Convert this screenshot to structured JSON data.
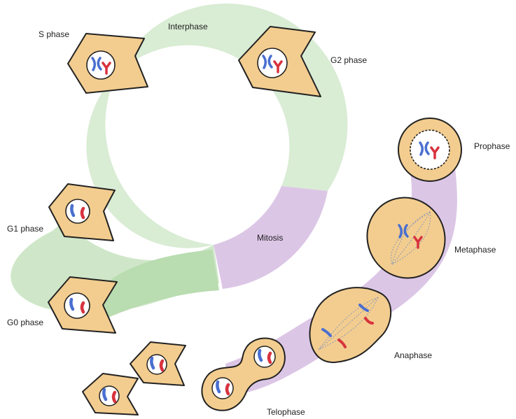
{
  "labels": {
    "interphase": "Interphase",
    "s_phase": "S phase",
    "g2_phase": "G2 phase",
    "g1_phase": "G1 phase",
    "g0_phase": "G0 phase",
    "mitosis": "Mitosis",
    "prophase": "Prophase",
    "metaphase": "Metaphase",
    "anaphase": "Anaphase",
    "telophase": "Telophase"
  },
  "colors": {
    "interphase_band": "#d9ecd4",
    "g0_band": "#b9dcb0",
    "mitosis_band": "#dcc6e6",
    "cell_fill": "#f3cd8f",
    "outline": "#222222",
    "chromosome_blue": "#4a6fd0",
    "chromosome_red": "#d8323e",
    "spindle": "#8a99b8"
  },
  "icons": [
    "cell",
    "nucleus",
    "chromosome",
    "spindle"
  ]
}
